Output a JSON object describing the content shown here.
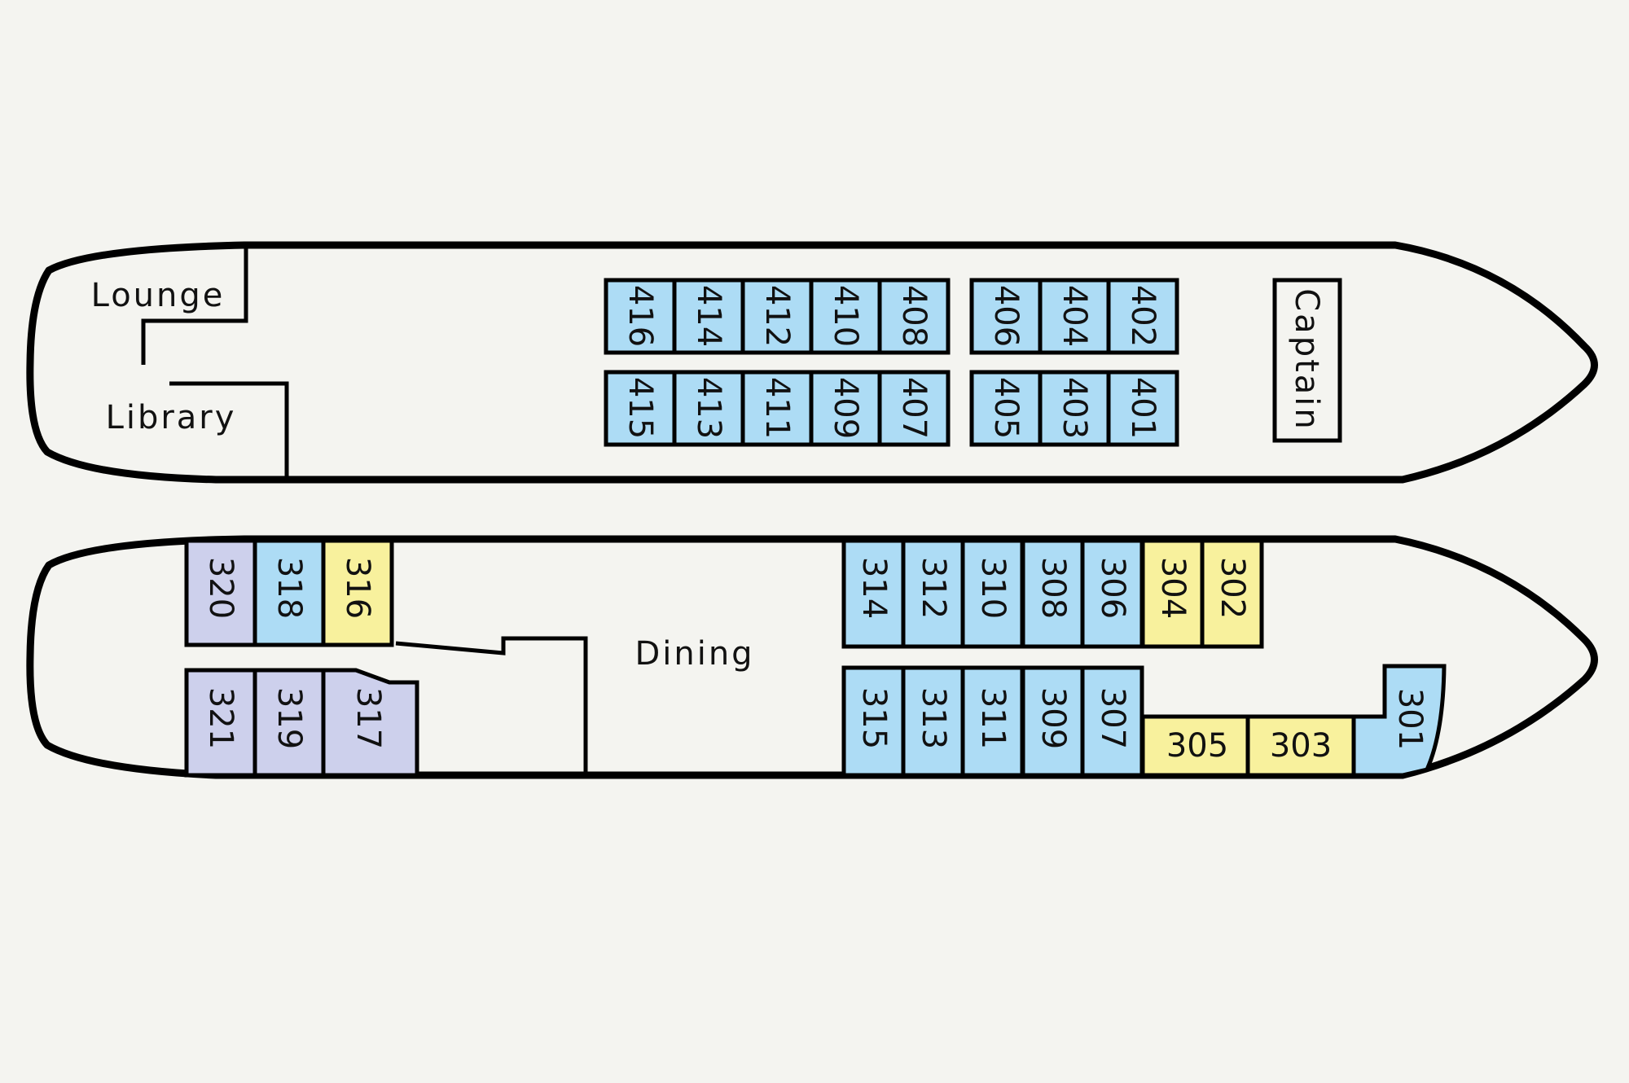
{
  "title": "Deck Plan",
  "colors": {
    "background": "#F4F4F0",
    "standard": "#ADDCF5",
    "premium": "#F8F19D",
    "suite": "#CDD0EC",
    "outline": "#000000"
  },
  "deck4": {
    "rooms": {
      "lounge": "Lounge",
      "library": "Library",
      "captain": "Captain"
    },
    "cabins_top": [
      "416",
      "414",
      "412",
      "410",
      "408",
      "406",
      "404",
      "402"
    ],
    "cabins_bottom": [
      "415",
      "413",
      "411",
      "409",
      "407",
      "405",
      "403",
      "401"
    ],
    "cabin_category": "standard"
  },
  "deck3": {
    "rooms": {
      "dining": "Dining"
    },
    "aft_top": [
      {
        "number": "320",
        "category": "suite"
      },
      {
        "number": "318",
        "category": "standard"
      },
      {
        "number": "316",
        "category": "premium"
      }
    ],
    "aft_bottom": [
      {
        "number": "321",
        "category": "suite"
      },
      {
        "number": "319",
        "category": "suite"
      },
      {
        "number": "317",
        "category": "suite"
      }
    ],
    "fwd_top": [
      {
        "number": "314",
        "category": "standard"
      },
      {
        "number": "312",
        "category": "standard"
      },
      {
        "number": "310",
        "category": "standard"
      },
      {
        "number": "308",
        "category": "standard"
      },
      {
        "number": "306",
        "category": "standard"
      },
      {
        "number": "304",
        "category": "premium"
      },
      {
        "number": "302",
        "category": "premium"
      }
    ],
    "fwd_bottom": [
      {
        "number": "315",
        "category": "standard"
      },
      {
        "number": "313",
        "category": "standard"
      },
      {
        "number": "311",
        "category": "standard"
      },
      {
        "number": "309",
        "category": "standard"
      },
      {
        "number": "307",
        "category": "standard"
      }
    ],
    "bow_cabins": [
      {
        "number": "305",
        "category": "premium"
      },
      {
        "number": "303",
        "category": "premium"
      },
      {
        "number": "301",
        "category": "standard"
      }
    ]
  }
}
